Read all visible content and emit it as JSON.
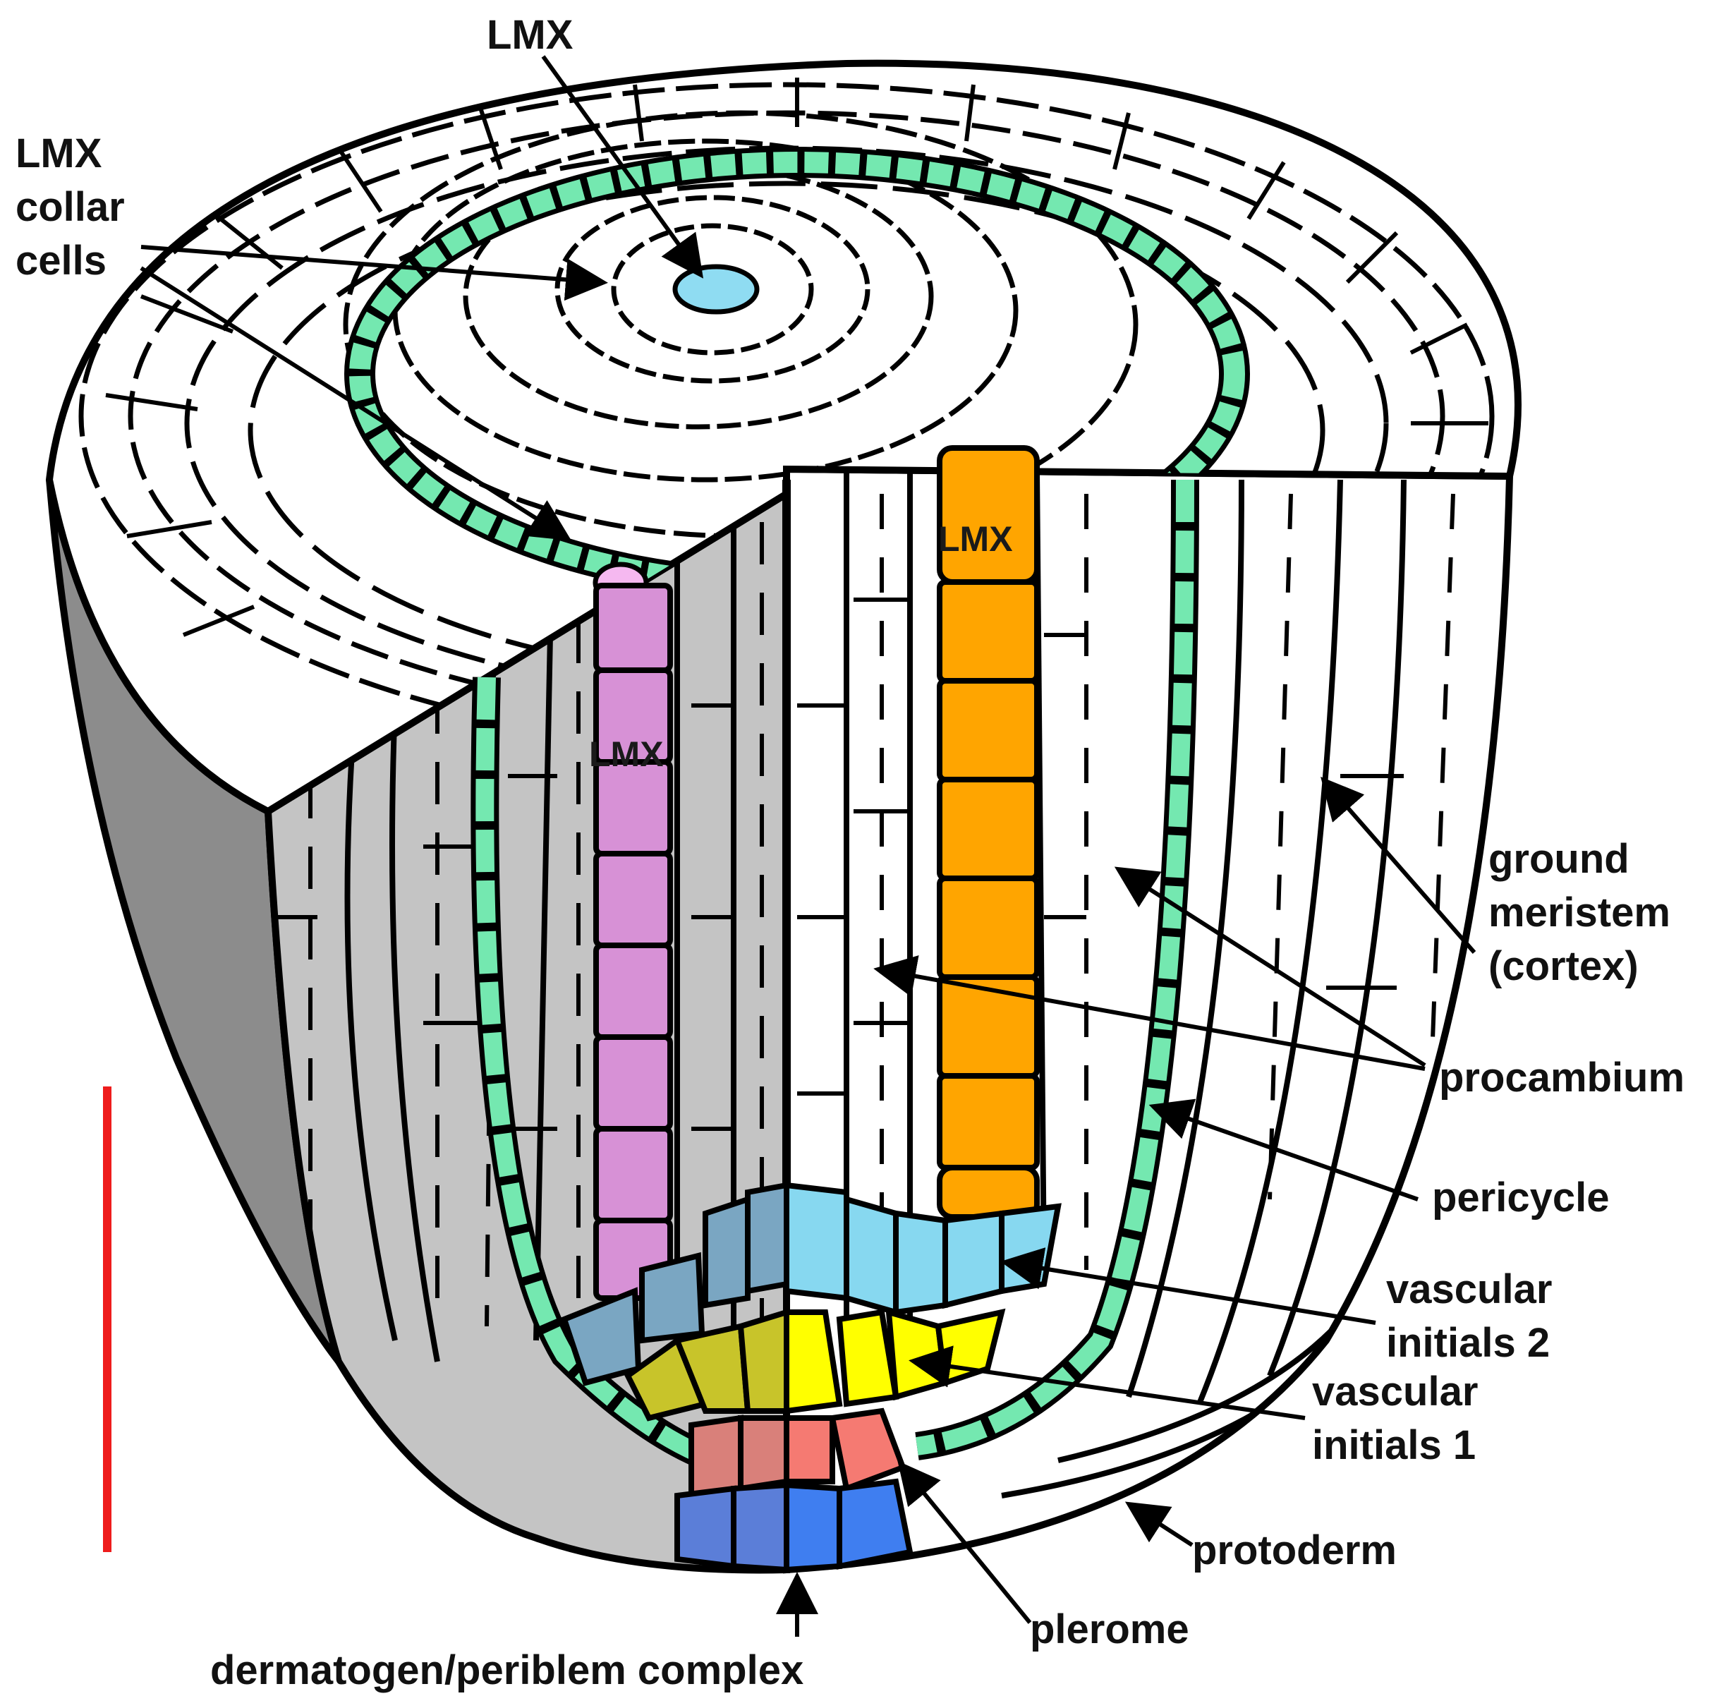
{
  "labels": {
    "lmx_top": "LMX",
    "lmx_collar": "LMX\ncollar\ncells",
    "lmx_orange": "LMX",
    "lmx_pink": "LMX",
    "ground_meristem": "ground\nmeristem\n(cortex)",
    "procambium": "procambium",
    "pericycle": "pericycle",
    "vascular_initials_2": "vascular\ninitials 2",
    "vascular_initials_1": "vascular\ninitials 1",
    "protoderm": "protoderm",
    "plerome": "plerome",
    "dermatogen": "dermatogen/periblem complex"
  },
  "colors": {
    "lmx_cell": "#8fdcf2",
    "collar_cell": "#f5b8f0",
    "pericycle": "#74e8b0",
    "lmx_orange": "#ffa500",
    "lmx_pink": "#d791d6",
    "vascular_initials_2": "#87d8f0",
    "vascular_initials_1": "#ffff00",
    "plerome": "#f57a72",
    "dermatogen": "#3f7ef0",
    "cut_face": "#c4c4c4",
    "outer_side": "#8c8c8c",
    "scale_bar": "#ee1c1c"
  }
}
